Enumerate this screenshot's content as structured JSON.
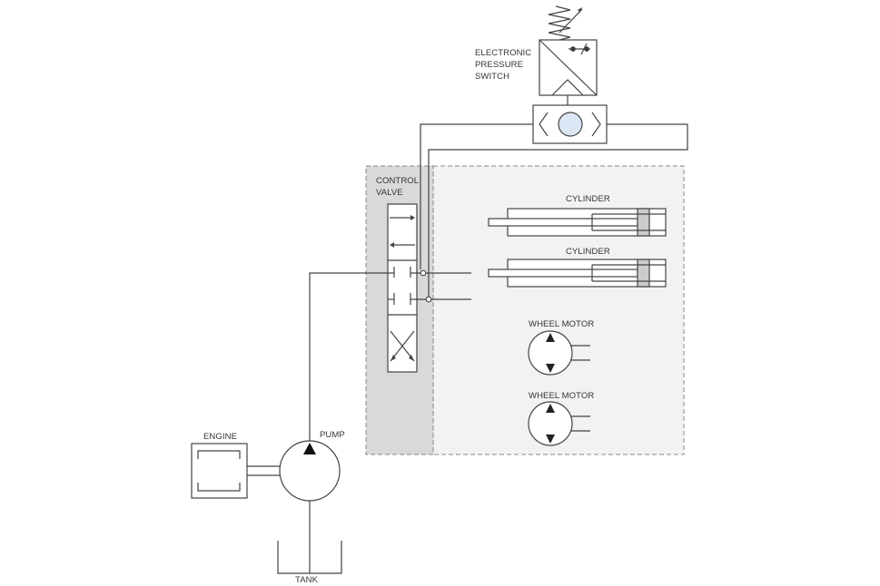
{
  "labels": {
    "switch_line1": "ELECTRONIC",
    "switch_line2": "PRESSURE",
    "switch_line3": "SWITCH",
    "valve_line1": "CONTROL",
    "valve_line2": "VALVE",
    "cylinder_1": "CYLINDER",
    "cylinder_2": "CYLINDER",
    "wheel_motor_1": "WHEEL MOTOR",
    "wheel_motor_2": "WHEEL MOTOR",
    "engine": "ENGINE",
    "pump": "PUMP",
    "tank": "TANK"
  },
  "colors": {
    "line": "#444444",
    "valve_zone": "#d9d9d9",
    "actuator_zone": "#f2f2f2",
    "shuttle_ball": "#dde6f5"
  }
}
